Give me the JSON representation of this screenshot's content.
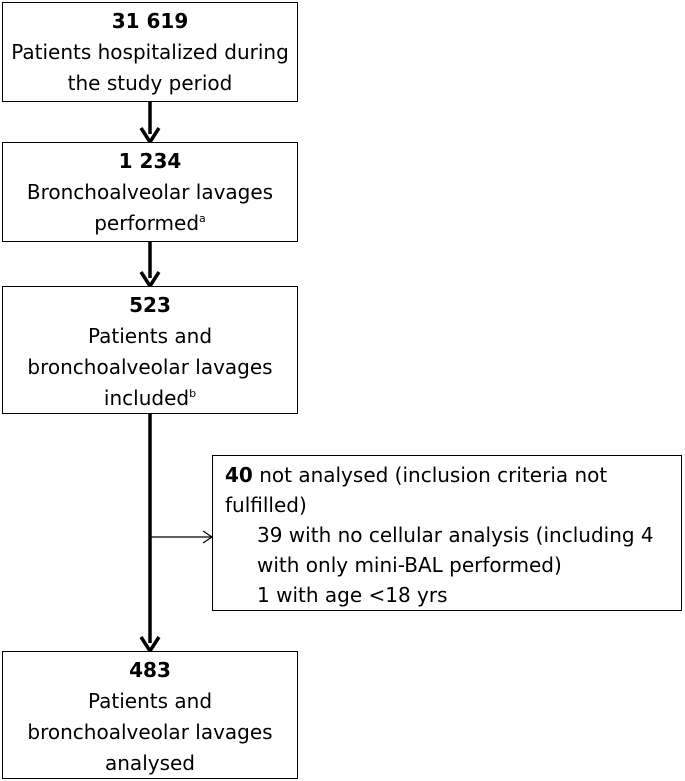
{
  "boxes": {
    "hospitalized": {
      "count": "31 619",
      "lines": [
        "Patients hospitalized during",
        "the study period"
      ]
    },
    "lavages_performed": {
      "count": "1 234",
      "lines": [
        "Bronchoalveolar lavages",
        "performed"
      ],
      "footnote": "a"
    },
    "included": {
      "count": "523",
      "lines": [
        "Patients and",
        "bronchoalveolar lavages",
        "included"
      ],
      "footnote": "b"
    },
    "excluded": {
      "count": "40",
      "text": " not analysed (inclusion criteria not",
      "text_cont": "fulfilled)",
      "items": [
        "39 with no cellular analysis (including 4",
        "with only mini-BAL performed)",
        "1 with age <18 yrs"
      ]
    },
    "analysed": {
      "count": "483",
      "lines": [
        "Patients and",
        "bronchoalveolar lavages",
        "analysed"
      ]
    }
  }
}
